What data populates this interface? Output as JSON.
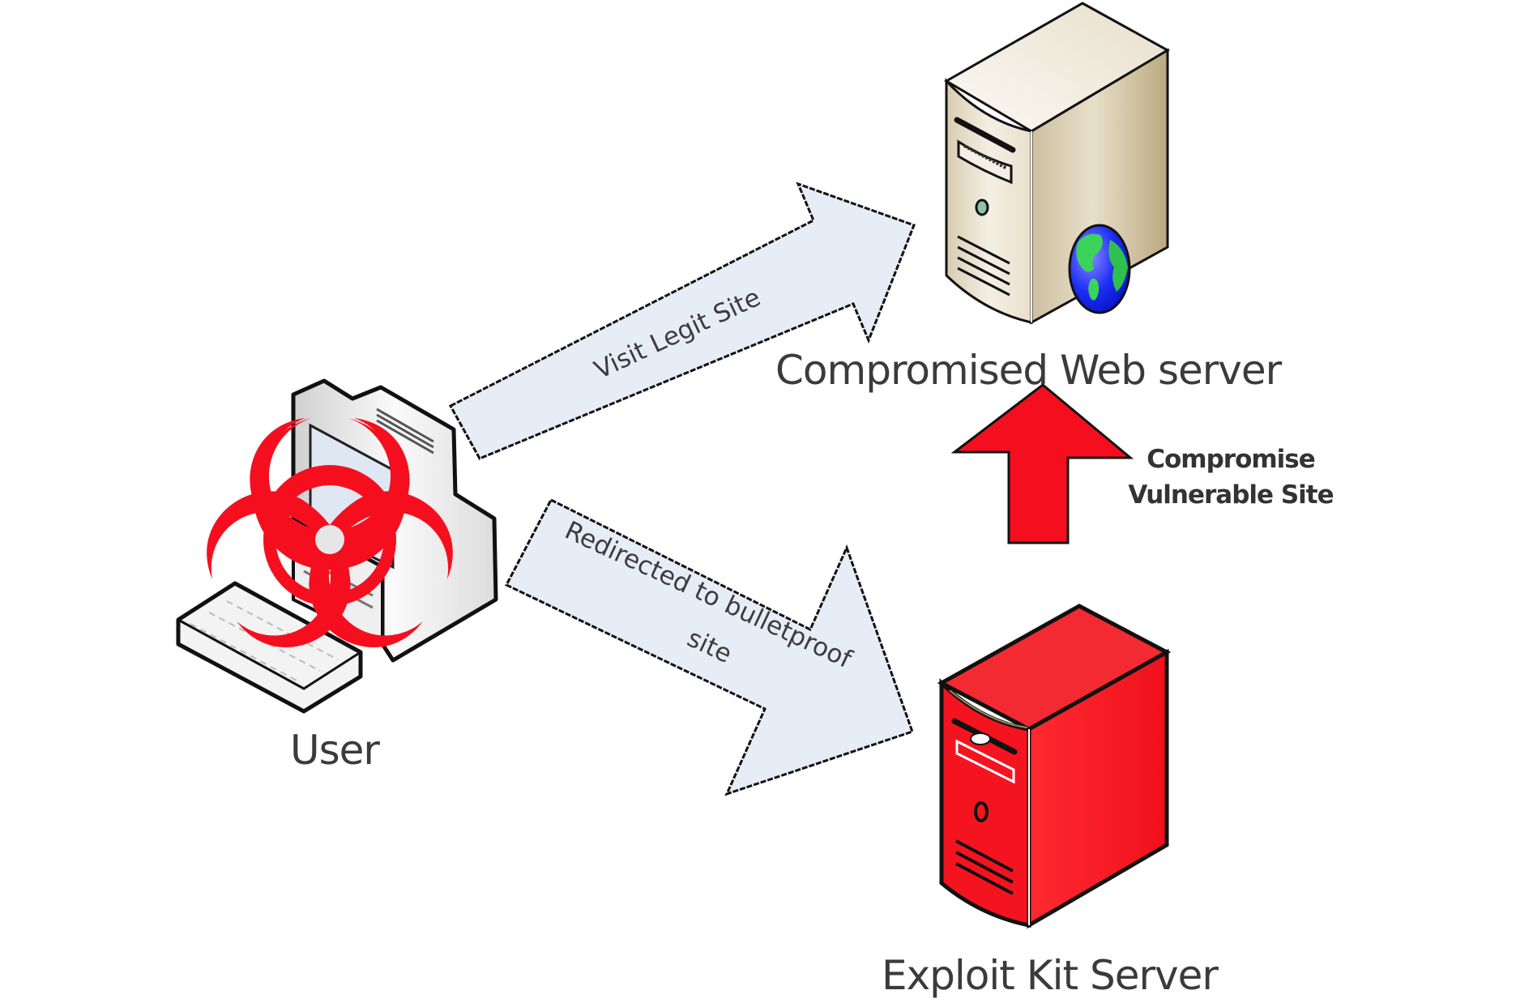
{
  "nodes": {
    "user": {
      "label": "User",
      "icon": "infected-workstation-icon",
      "overlay_icon": "biohazard-icon"
    },
    "web_server": {
      "label": "Compromised Web server",
      "icon": "web-server-icon",
      "badge_icon": "globe-icon"
    },
    "exploit_server": {
      "label": "Exploit Kit Server",
      "icon": "server-icon"
    }
  },
  "edges": [
    {
      "id": "visit",
      "from": "user",
      "to": "web_server",
      "label": "Visit Legit Site"
    },
    {
      "id": "redirect",
      "from": "user",
      "to": "exploit_server",
      "label_line1": "Redirected to bulletproof",
      "label_line2": "site"
    },
    {
      "id": "compromise",
      "from": "exploit_server",
      "to": "web_server",
      "label_line1": "Compromise",
      "label_line2": "Vulnerable Site"
    }
  ],
  "colors": {
    "flow_arrow_fill": "#e6edf7",
    "attack_red": "#f50f1e",
    "server_beige": "#e3d9c3",
    "outline": "#111111"
  }
}
